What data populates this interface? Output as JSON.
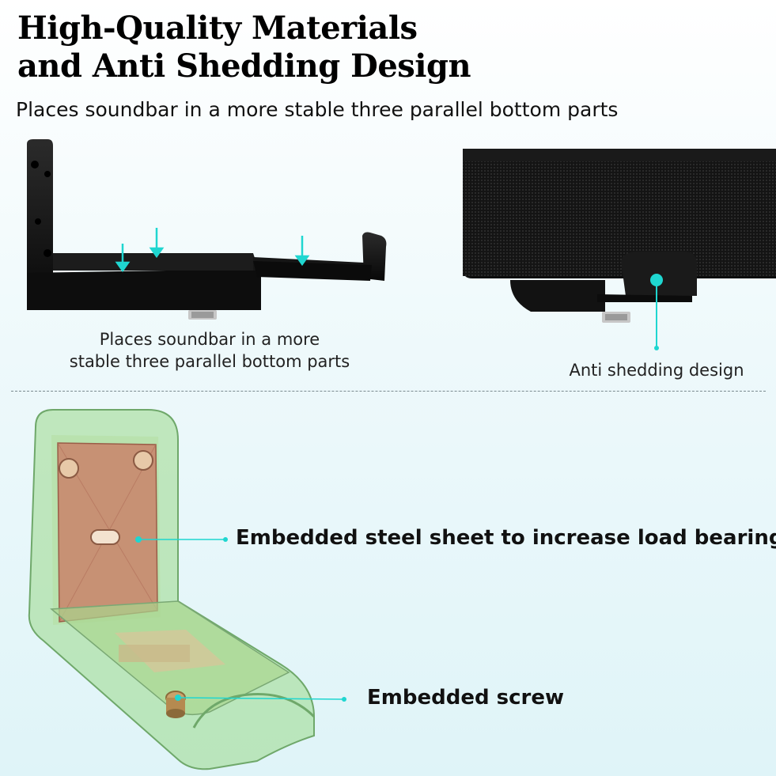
{
  "title": {
    "line1": "High-Quality Materials",
    "line2": "and Anti Shedding Design"
  },
  "subtitle": "Places soundbar in a more stable three parallel bottom parts",
  "left_caption": {
    "line1": "Places soundbar in a more",
    "line2": "stable three parallel bottom parts"
  },
  "right_caption": "Anti shedding design",
  "callouts": {
    "steel_sheet": "Embedded steel sheet to increase load bearing",
    "screw": "Embedded screw"
  },
  "colors": {
    "accent": "#1fd6d0",
    "bracket_black": "#141414",
    "transparent_green": "#9ad98a",
    "steel_plate": "#c9826a"
  }
}
